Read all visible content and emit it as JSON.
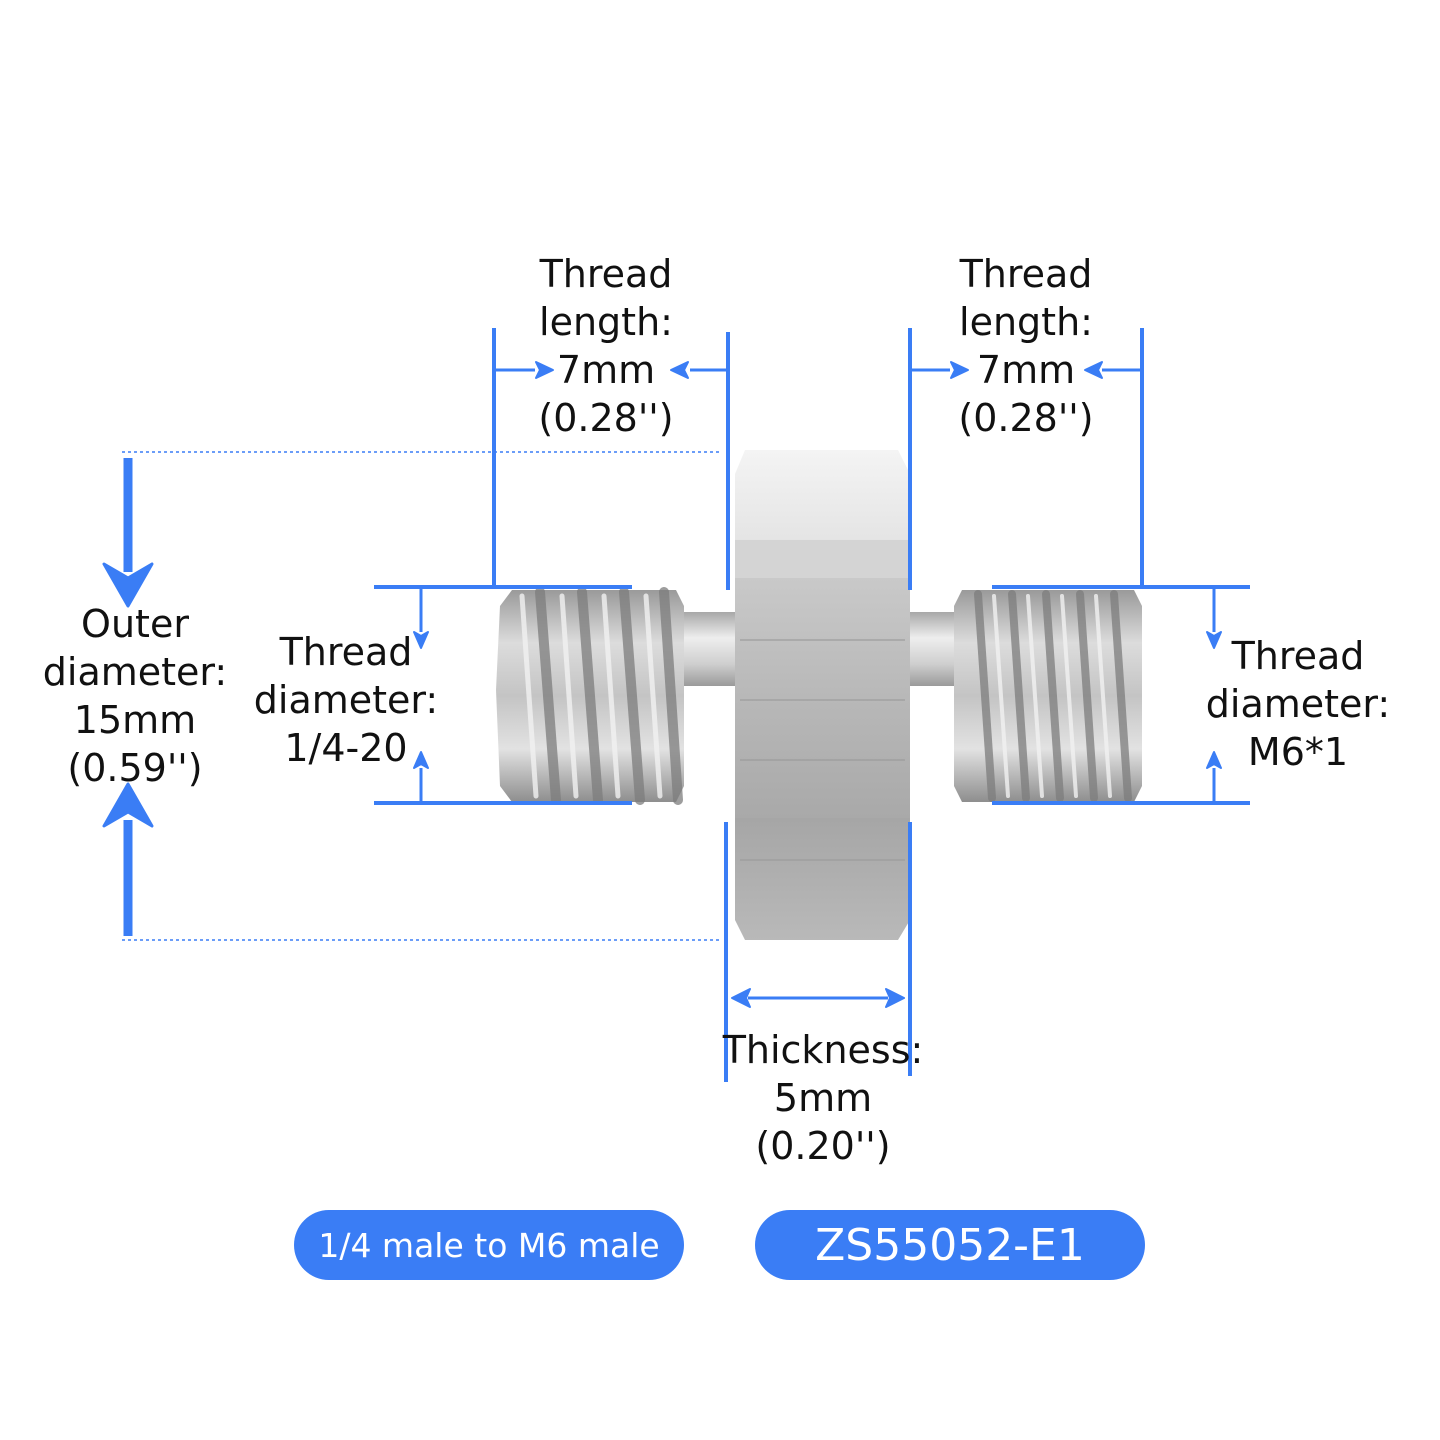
{
  "colors": {
    "accent": "#3a7df5",
    "metal_light": "#e4e4e4",
    "metal_mid": "#bdbdbd",
    "metal_dark": "#8c8c8c",
    "text": "#111111"
  },
  "dimensions": {
    "left_thread_length": {
      "line1": "Thread",
      "line2": "length:",
      "line3": "7mm",
      "line4": "(0.28'')"
    },
    "right_thread_length": {
      "line1": "Thread",
      "line2": "length:",
      "line3": "7mm",
      "line4": "(0.28'')"
    },
    "outer_diameter": {
      "line1": "Outer",
      "line2": "diameter:",
      "line3": "15mm",
      "line4": "(0.59'')"
    },
    "left_thread_diameter": {
      "line1": "Thread",
      "line2": "diameter:",
      "line3": "1/4-20"
    },
    "right_thread_diameter": {
      "line1": "Thread",
      "line2": "diameter:",
      "line3": "M6*1"
    },
    "thickness": {
      "line1": "Thickness:",
      "line2": "5mm",
      "line3": "(0.20'')"
    }
  },
  "badges": {
    "type_label": "1/4 male to M6 male",
    "model_label": "ZS55052-E1"
  },
  "icons": {
    "product": "hex-adapter-screw-icon"
  }
}
